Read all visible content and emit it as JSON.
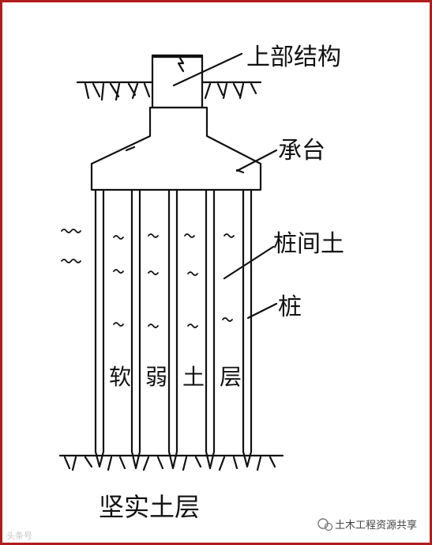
{
  "labels": {
    "superstructure": "上部结构",
    "pile_cap": "承台",
    "soil_between_piles": "桩间土",
    "pile": "桩",
    "soft_soil_layer": [
      "软",
      "弱",
      "土",
      "层"
    ],
    "firm_soil_layer": "坚实土层"
  },
  "watermark": {
    "left": "头条号",
    "right": "土木工程资源共享"
  },
  "colors": {
    "frame": "#b01c1c",
    "ink": "#111111"
  }
}
